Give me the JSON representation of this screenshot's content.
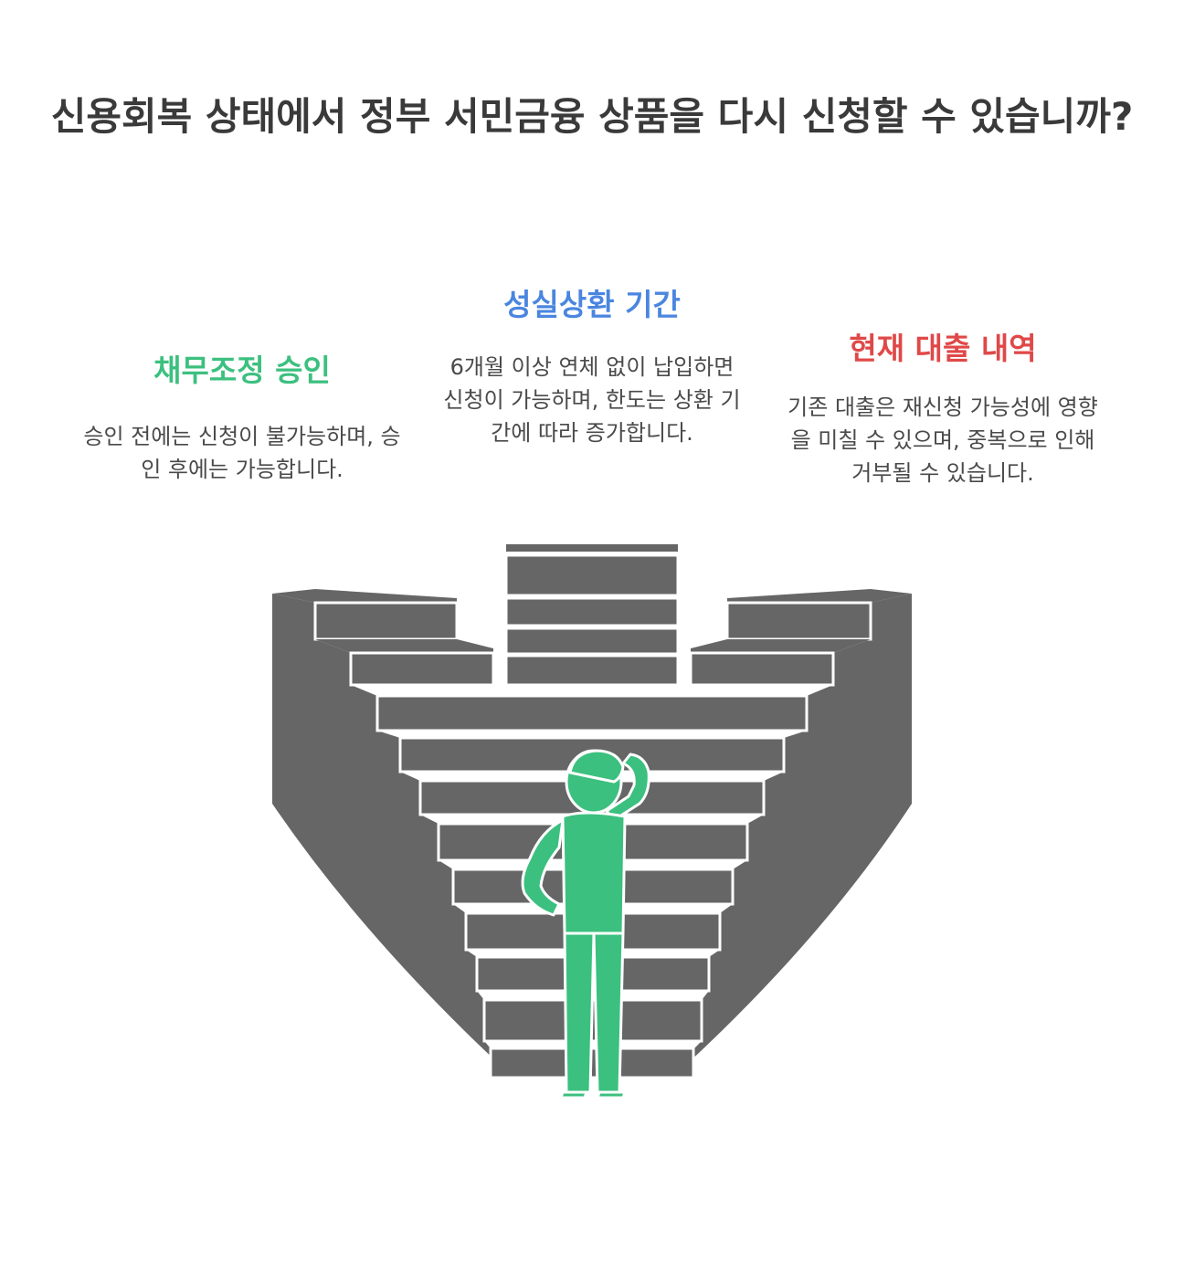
{
  "title": "신용회복 상태에서 정부 서민금융 상품을 다시 신청할 수 있습니까?",
  "sections": [
    {
      "heading": "채무조정 승인",
      "description": "승인 전에는 신청이 불가능하며, 승인 후에는 가능합니다."
    },
    {
      "heading": "성실상환 기간",
      "description": "6개월 이상 연체 없이 납입하면 신청이 가능하며, 한도는 상환 기간에 따라 증가합니다."
    },
    {
      "heading": "현재 대출 내역",
      "description": "기존 대출은 재신청 가능성에 영향을 미칠 수 있으며, 중복으로 인해 거부될 수 있습니다."
    }
  ],
  "colors": {
    "title": "#3a3a3a",
    "text": "#4a4a4a",
    "green": "#3cc07f",
    "blue": "#4a86e0",
    "red": "#e04848",
    "stairs": "#666666",
    "background": "#ffffff"
  },
  "icons": [
    "staircase-illustration",
    "thinking-person-icon"
  ]
}
